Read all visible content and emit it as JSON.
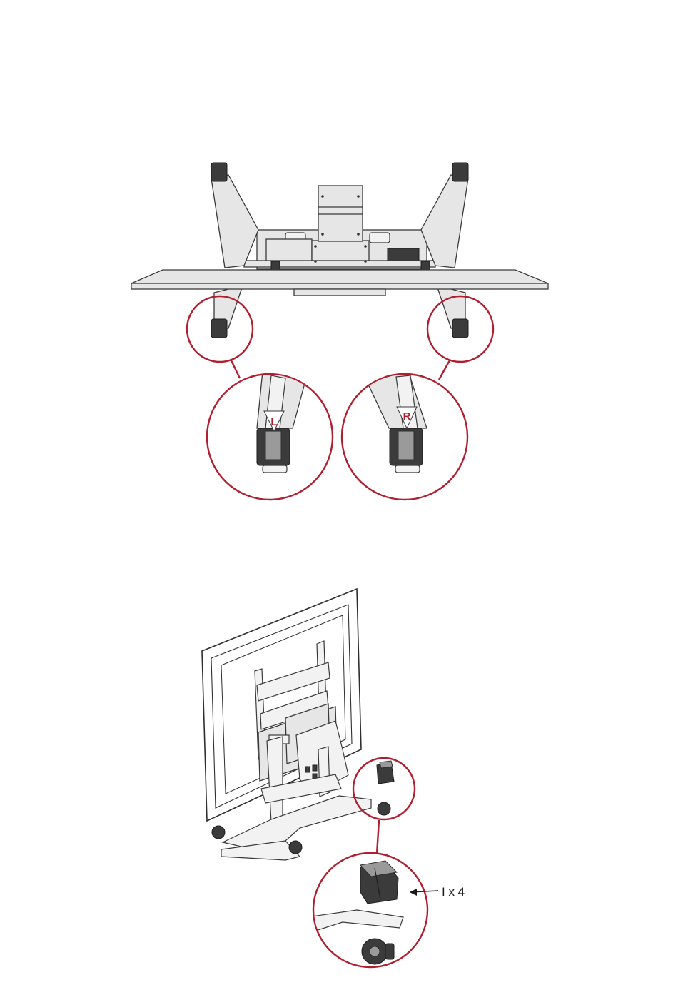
{
  "figure_1": {
    "left_marker_label": "L",
    "right_marker_label": "R"
  },
  "figure_2": {
    "quantity_label": "I x 4"
  },
  "colors": {
    "callout": "#b01e2f",
    "line_art": "#3a3a3a",
    "part_fill": "#e6e6e6",
    "wheel": "#3b3b3b"
  }
}
